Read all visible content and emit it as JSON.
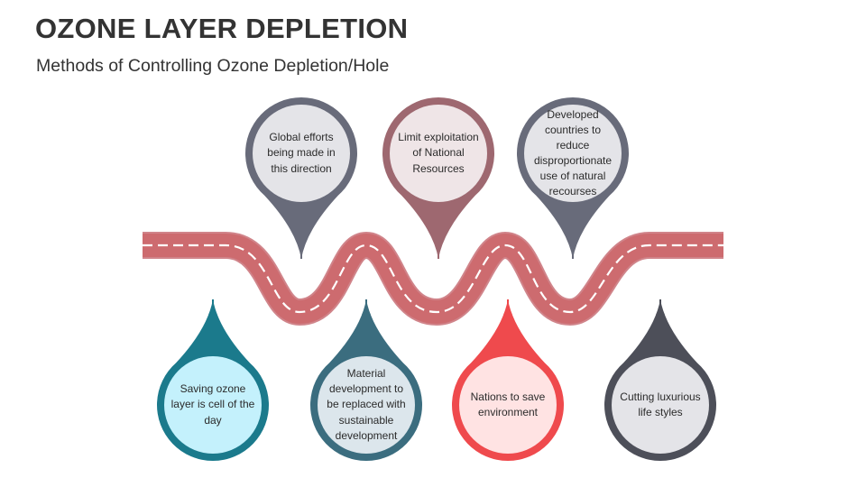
{
  "header": {
    "title": "OZONE LAYER DEPLETION",
    "subtitle": "Methods of Controlling Ozone Depletion/Hole"
  },
  "road": {
    "color": "#CD6B6F",
    "lane_color": "#FFFFFF"
  },
  "top_pins": [
    {
      "text": "Global efforts being made in this direction",
      "color": "#686B7A",
      "fill": "#E4E4E8"
    },
    {
      "text": "Limit exploitation of National Resources",
      "color": "#9E6870",
      "fill": "#EFE5E7"
    },
    {
      "text": "Developed countries to reduce disproportionate use of natural recourses",
      "color": "#686B7A",
      "fill": "#E4E4E8"
    }
  ],
  "bottom_pins": [
    {
      "text": "Saving ozone layer is cell of the day",
      "color": "#1B7A8C",
      "fill": "#C4F1FC"
    },
    {
      "text": "Material development to be replaced with sustainable development",
      "color": "#3B6D7F",
      "fill": "#DCE6EC"
    },
    {
      "text": "Nations to save environment",
      "color": "#EF4A4D",
      "fill": "#FFE3E3"
    },
    {
      "text": "Cutting luxurious life styles",
      "color": "#4D4F59",
      "fill": "#E4E4E8"
    }
  ]
}
